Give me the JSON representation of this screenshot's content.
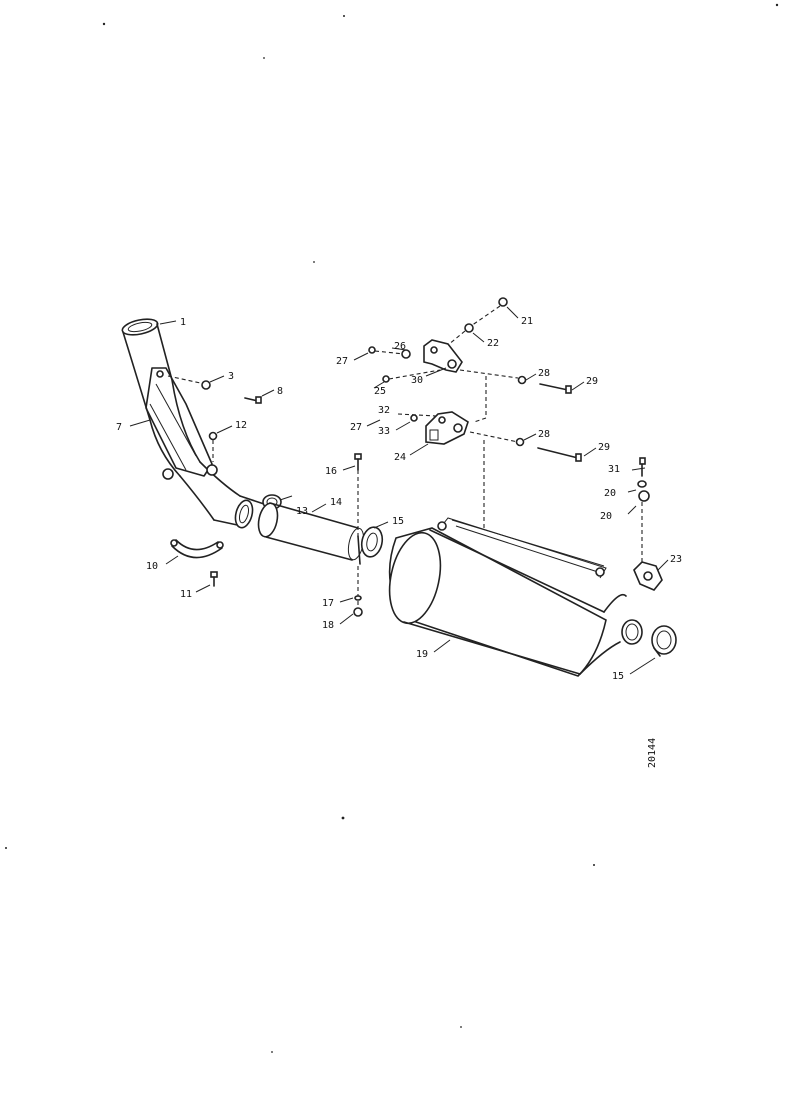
{
  "callouts": {
    "c1": "1",
    "c3": "3",
    "c8": "8",
    "c7": "7",
    "c12": "12",
    "c10": "10",
    "c11": "11",
    "c13": "13",
    "c14": "14",
    "c16": "16",
    "c15": "15",
    "c17": "17",
    "c18": "18",
    "c19": "19",
    "c15b": "15",
    "c21": "21",
    "c22": "22",
    "c26": "26",
    "c27a": "27",
    "c30": "30",
    "c25": "25",
    "c28a": "28",
    "c29a": "29",
    "c27b": "27",
    "c32": "32",
    "c33": "33",
    "c24": "24",
    "c28b": "28",
    "c29b": "29",
    "c31": "31",
    "c20a": "20",
    "c20b": "20",
    "c23": "23"
  },
  "drawing_code": "20144"
}
